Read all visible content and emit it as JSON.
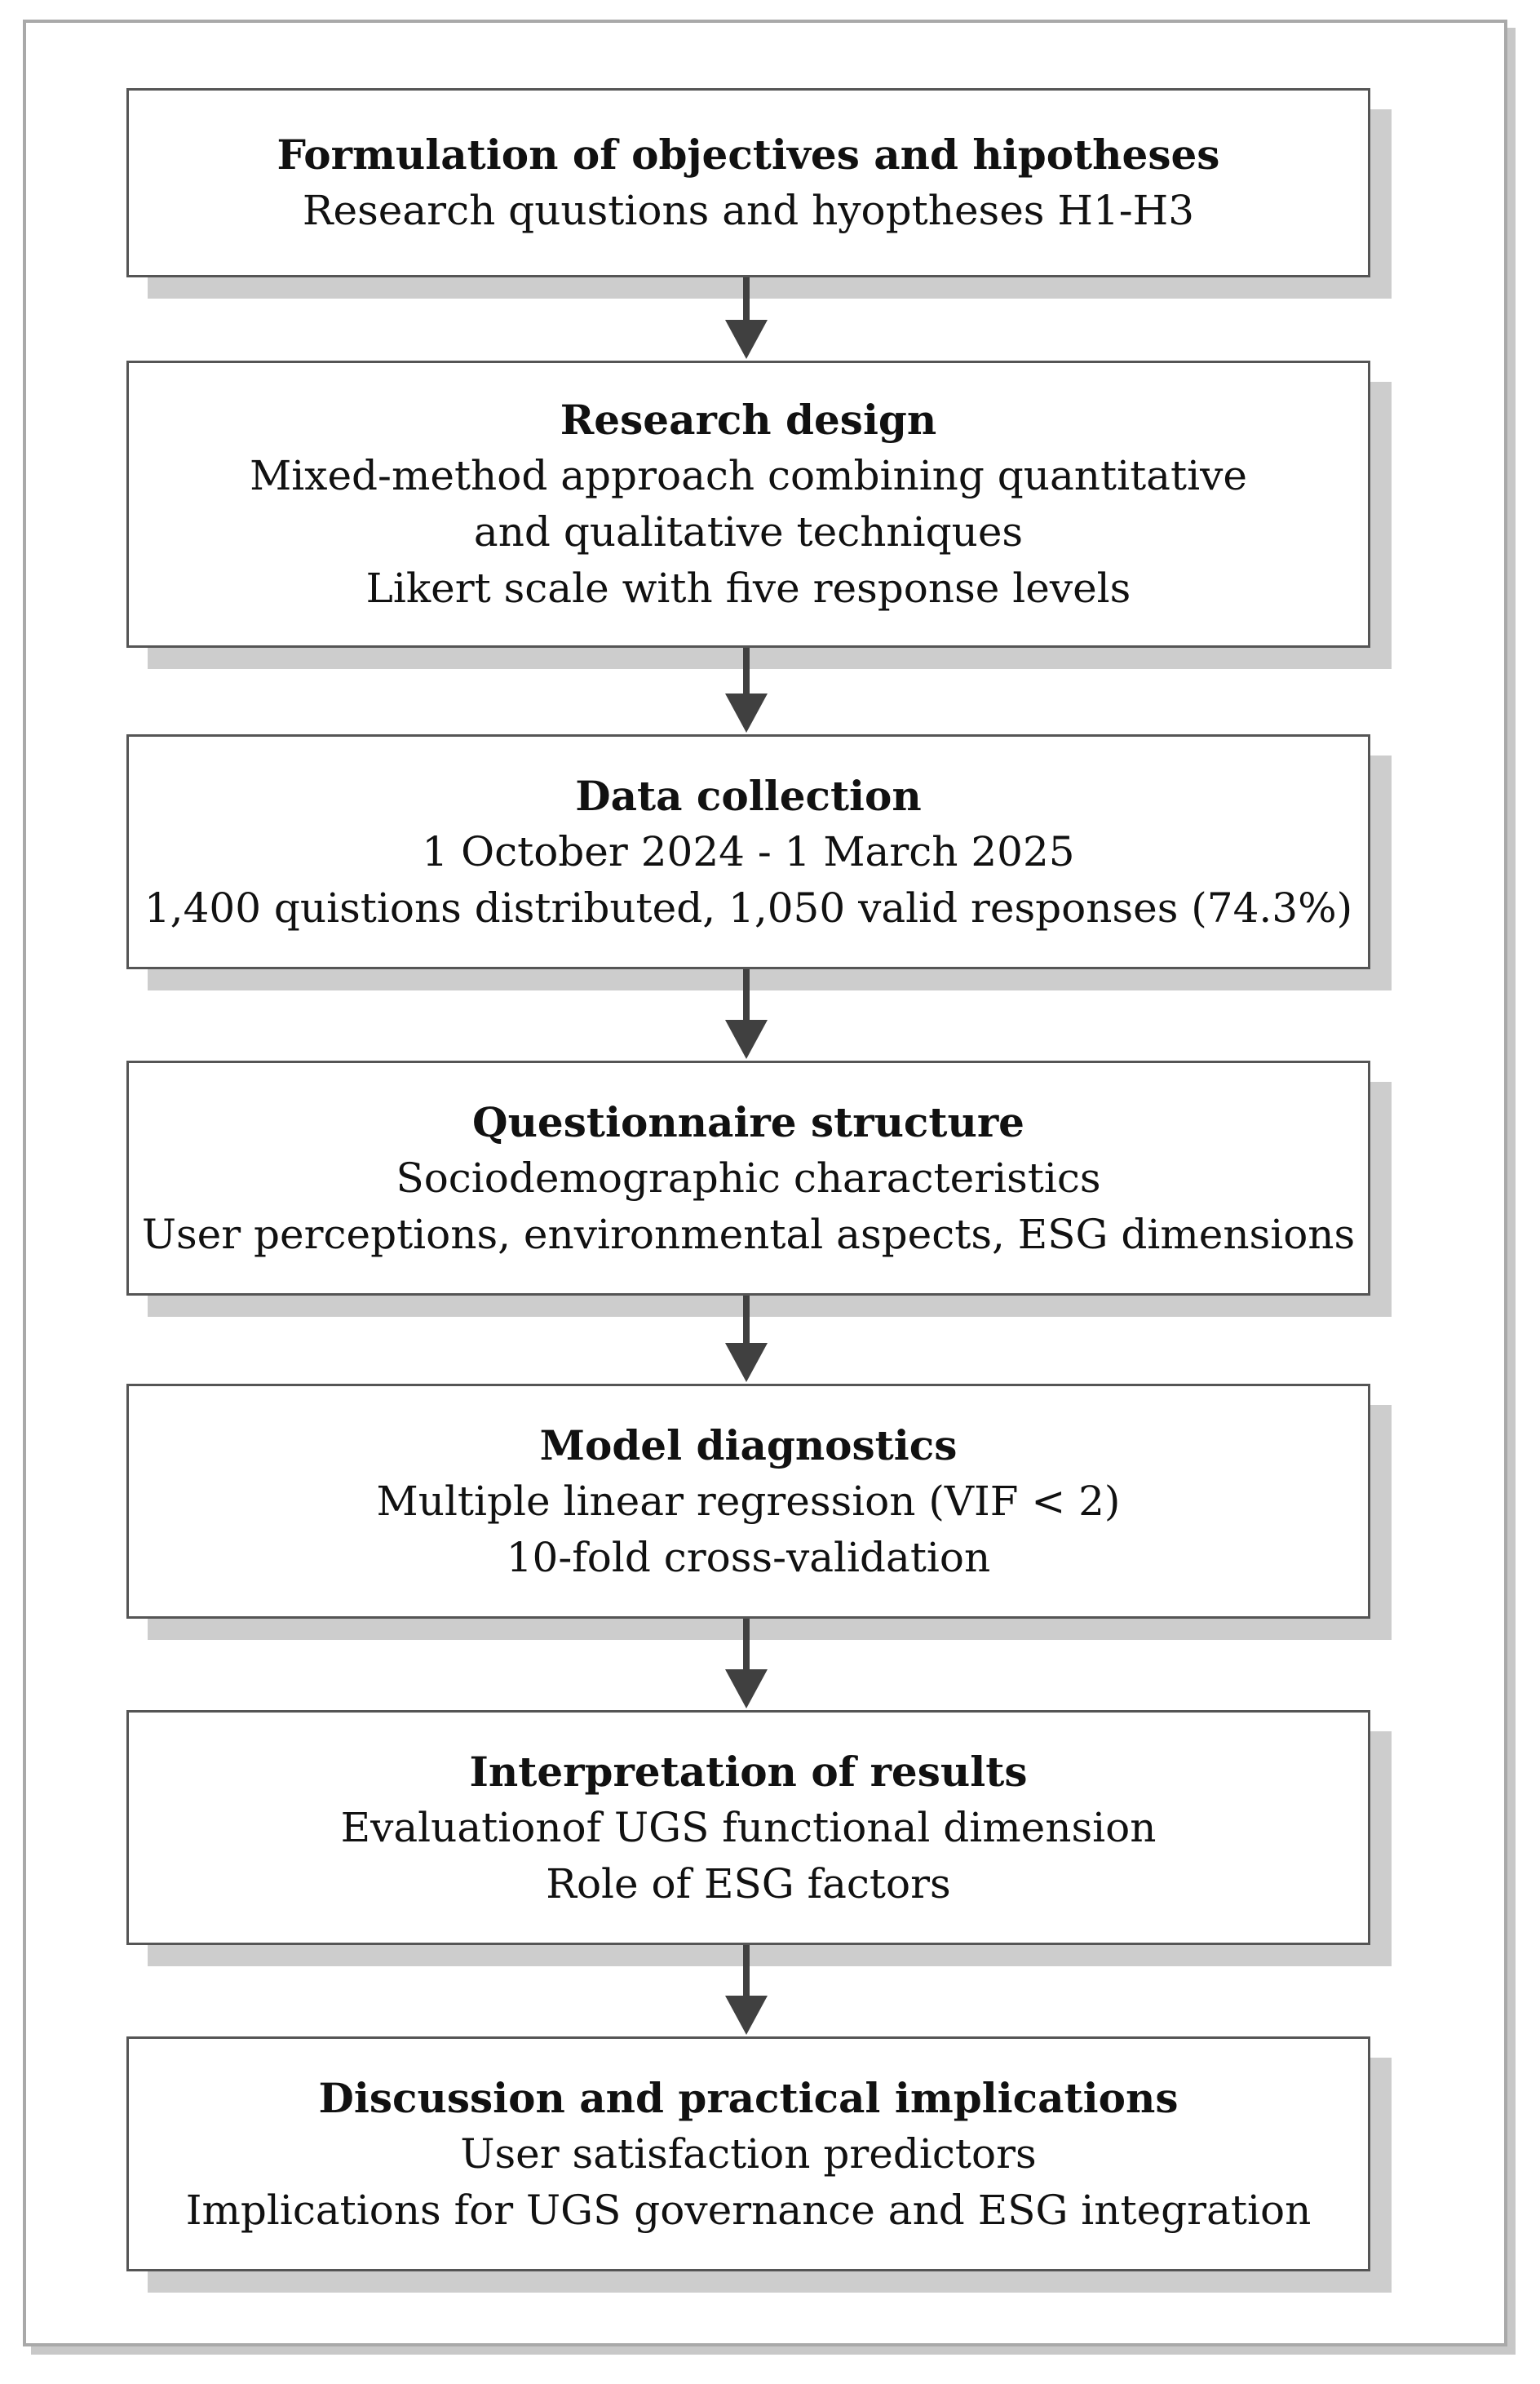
{
  "steps": [
    {
      "title": "Formulation of objectives and hipotheses",
      "lines": [
        "Research quustions and hyoptheses H1-H3"
      ]
    },
    {
      "title": "Research design",
      "lines": [
        "Mixed-method approach combining quantitative",
        "and qualitative techniques",
        "Likert scale with five response levels"
      ]
    },
    {
      "title": "Data collection",
      "lines": [
        "1 October 2024 - 1 March 2025",
        "1,400 quistions distributed, 1,050 valid responses (74.3%)"
      ]
    },
    {
      "title": "Questionnaire structure",
      "lines": [
        "Sociodemographic characteristics",
        "User perceptions, environmental aspects, ESG dimensions"
      ]
    },
    {
      "title": "Model diagnostics",
      "lines": [
        "Multiple linear regression (VIF < 2)",
        "10-fold cross-validation"
      ]
    },
    {
      "title": "Interpretation of results",
      "lines": [
        "Evaluationof UGS functional dimension",
        "Role of ESG factors"
      ]
    },
    {
      "title": "Discussion and practical implications",
      "lines": [
        "User satisfaction predictors",
        "Implications for UGS governance and ESG integration"
      ]
    }
  ],
  "colors": {
    "box_border": "#555555",
    "shadow": "#cdcdcd",
    "arrow": "#404040",
    "frame": "#a9a9a9"
  }
}
